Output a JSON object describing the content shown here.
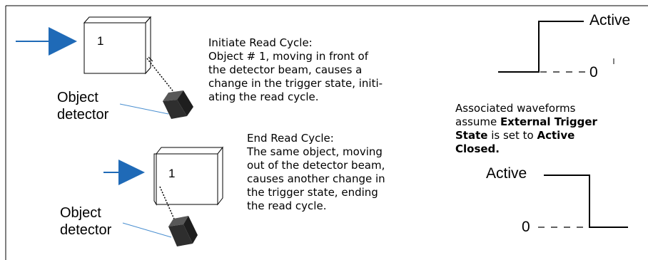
{
  "initiate": {
    "title": "Initiate Read Cycle:",
    "lines": [
      "Object # 1, moving in front of",
      "the detector beam, causes a",
      "change in the trigger state, initi-",
      "ating the read cycle."
    ]
  },
  "end": {
    "title": "End Read Cycle:",
    "lines": [
      "The same object, moving",
      "out of the detector beam,",
      "causes another change in",
      "the trigger state, ending",
      "the read cycle."
    ]
  },
  "object_number": "1",
  "detector_label": [
    "Object",
    "detector"
  ],
  "waveform": {
    "active_label": "Active",
    "zero_label": "0"
  },
  "assoc": {
    "line1": "Associated waveforms",
    "line2_prefix": "assume ",
    "line2_bold": "External Trigger",
    "line3_bold_a": "State",
    "line3_mid": " is set to ",
    "line3_bold_b": "Active",
    "line4_bold": "Closed."
  },
  "colors": {
    "arrow": "#1f6ab7",
    "detector": "#2e2e2e",
    "ray": "#4a8fd0"
  },
  "icons": [
    "right-arrow-icon",
    "object-box-icon",
    "detector-sensor-icon"
  ]
}
